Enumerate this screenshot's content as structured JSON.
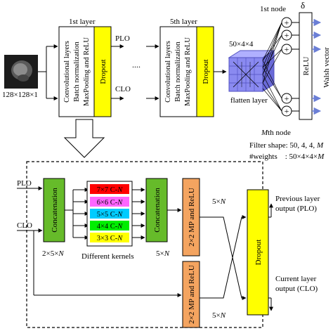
{
  "top": {
    "first_layer_title": "1st layer",
    "fifth_layer_title": "5th layer",
    "block_text": [
      "Convolutional layers",
      "Batch normalization",
      "MaxPooling and ReLU"
    ],
    "dropout_label": "Dropout",
    "plo": "PLO",
    "clo": "CLO",
    "ellipsis": "....",
    "input_dim": "128×128×1",
    "tensor_dim": "50×4×4",
    "flatten_label": "flatten layer",
    "first_node": "1st node",
    "mth_node_m": "M",
    "mth_node_rest": "th node",
    "delta": "δ",
    "relu": "ReLU",
    "walsh": "Walsh vector",
    "plus": "+",
    "filter_shape_prefix": "Filter shape: 50, 4, 4, ",
    "filter_shape_m": "M",
    "weights_prefix": "#weights    : 50×4×4×",
    "weights_m": "M"
  },
  "bottom": {
    "plo": "PLO",
    "clo": "CLO",
    "concat": "Concatenation",
    "kernels": [
      {
        "text": "7×7 C-",
        "n": "N",
        "color": "#ff0000"
      },
      {
        "text": "6×6 C-",
        "n": "N",
        "color": "#ff66ff"
      },
      {
        "text": "5×5 C-",
        "n": "N",
        "color": "#00ccff"
      },
      {
        "text": "4×4 C-",
        "n": "N",
        "color": "#00ee00"
      },
      {
        "text": "3×3 C-",
        "n": "N",
        "color": "#ffff00"
      }
    ],
    "different_kernels": "Different kernels",
    "dim_2x5xn": "2×5×",
    "n": "N",
    "dim_5xn": "5×",
    "mp_relu": "2×2 MP and ReLU",
    "dropout": "Dropout",
    "prev_output_line1": "Previous layer",
    "prev_output_line2": "output (PLO)",
    "curr_output_line1": "Current layer",
    "curr_output_line2": "output (CLO)"
  },
  "colors": {
    "green": "#66bb2a",
    "yellow": "#ffff00",
    "orange": "#f4a460",
    "cube": "#8a8af0",
    "arrow_blue": "#6b7fd6"
  }
}
